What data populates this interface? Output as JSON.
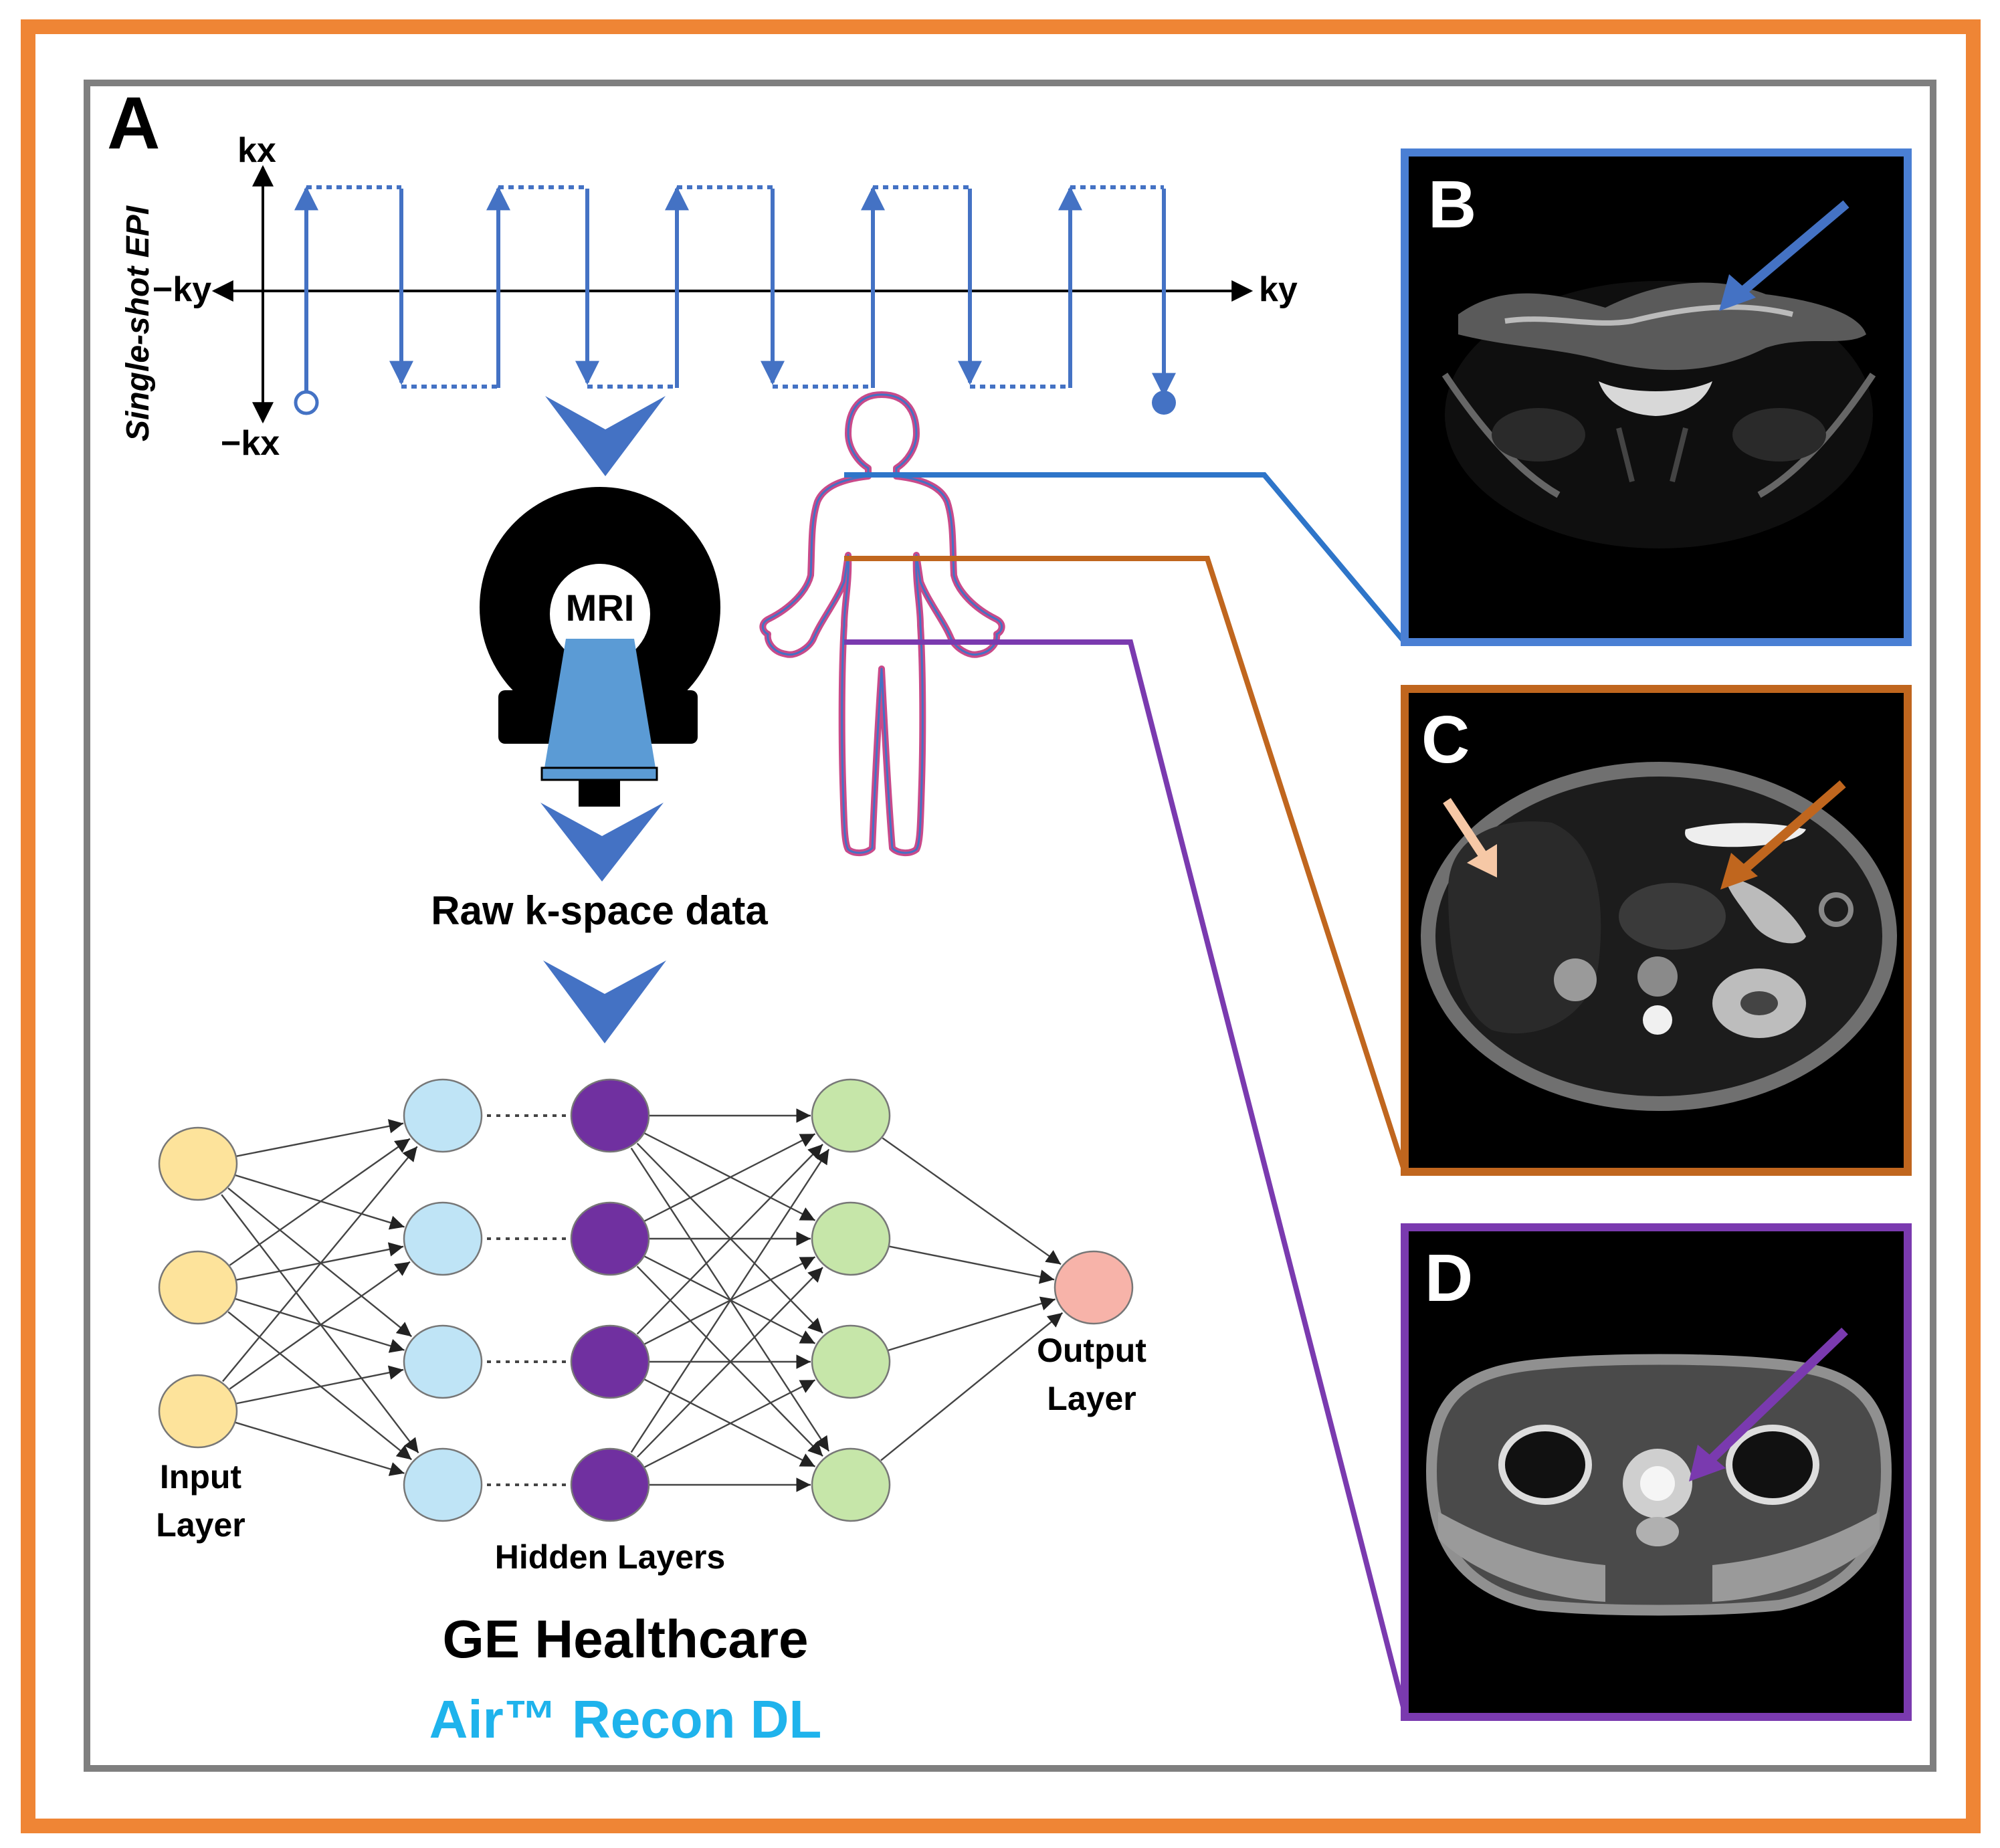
{
  "panel_a": {
    "letter": "A",
    "sequence_label": "Single-shot EPI",
    "axis_kx": "kx",
    "axis_neg_kx": "−kx",
    "axis_ky": "ky",
    "axis_neg_ky": "−ky",
    "scanner_label": "MRI",
    "raw_data_label": "Raw k-space data",
    "input_layer_label": [
      "Input",
      "Layer"
    ],
    "hidden_layers_label": "Hidden Layers",
    "output_layer_label": [
      "Output",
      "Layer"
    ],
    "vendor": "GE Healthcare",
    "product": "Air™ Recon DL"
  },
  "panel_b": {
    "letter": "B"
  },
  "panel_c": {
    "letter": "C"
  },
  "panel_d": {
    "letter": "D"
  },
  "colors": {
    "outer_border": "#ef8535",
    "inner_border": "#7f7f7f",
    "epi_blue": "#4472c4",
    "arrow_blue": "#4472c4",
    "panel_b": "#4a7fd4",
    "panel_c": "#c0661e",
    "panel_d": "#7a3aaf",
    "scanner_bore": "#5b9bd5",
    "input_node": "#fde39b",
    "hidden_light_blue": "#bfe4f6",
    "hidden_purple": "#7030a0",
    "hidden_green": "#c6e6a9",
    "output_node": "#f7b3a9",
    "product_cyan": "#1fb3ec",
    "peach_arrow": "#f6c8a6"
  }
}
